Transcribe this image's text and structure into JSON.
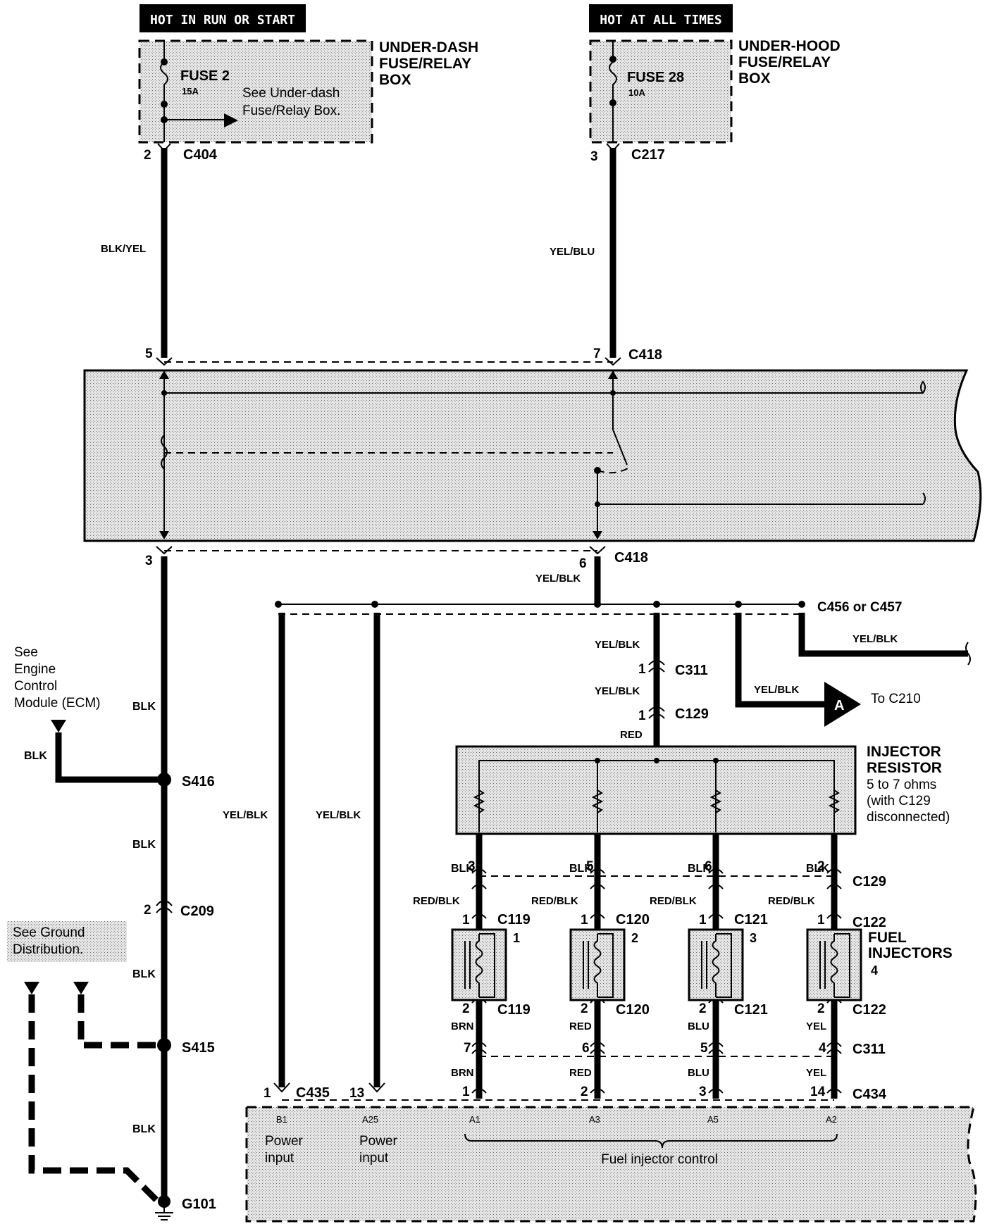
{
  "power": {
    "hot_run_start": "HOT IN RUN OR START",
    "hot_all_times": "HOT AT ALL TIMES",
    "underdash": {
      "l1": "UNDER-DASH",
      "l2": "FUSE/RELAY",
      "l3": "BOX",
      "fuse": "FUSE 2",
      "amps": "15A",
      "see1": "See Under-dash",
      "see2": "Fuse/Relay Box."
    },
    "underhood": {
      "l1": "UNDER-HOOD",
      "l2": "FUSE/RELAY",
      "l3": "BOX",
      "fuse": "FUSE 28",
      "amps": "10A"
    }
  },
  "connectors": {
    "c404": "C404",
    "c404_pin": "2",
    "c217": "C217",
    "c217_pin": "3",
    "c418_top": "C418",
    "c418_pin5": "5",
    "c418_pin7": "7",
    "c418_bottom": "C418",
    "c418_pin3": "3",
    "c418_pin6": "6",
    "c456": "C456 or C457",
    "c311_top": "C311",
    "c311_top_pin": "1",
    "c129_top": "C129",
    "c129_top_pin": "1",
    "c129_bottom": "C129",
    "c129_pins": [
      "3",
      "5",
      "6",
      "2"
    ],
    "c209": "C209",
    "c209_pin": "2",
    "c435": "C435",
    "c435_pin": "1",
    "c435_pin2": "13",
    "c434": "C434",
    "c434_pins": [
      "1",
      "2",
      "3",
      "14"
    ],
    "c311_bottom": "C311",
    "c311_pins": [
      "7",
      "6",
      "5",
      "4"
    ],
    "s416": "S416",
    "s415": "S415",
    "g101": "G101",
    "to_c210": "To C210",
    "marker_a": "A"
  },
  "wires": {
    "blk_yel": "BLK/YEL",
    "yel_blu": "YEL/BLU",
    "yel_blk": "YEL/BLK",
    "blk": "BLK",
    "red": "RED",
    "red_blk": "RED/BLK",
    "colors_lower": [
      "BRN",
      "RED",
      "BLU",
      "YEL"
    ]
  },
  "ecm_ref": {
    "l1": "See",
    "l2": "Engine",
    "l3": "Control",
    "l4": "Module (ECM)"
  },
  "ground_ref": {
    "l1": "See Ground",
    "l2": "Distribution."
  },
  "resistor": {
    "l1": "INJECTOR",
    "l2": "RESISTOR",
    "l3": "5 to 7 ohms",
    "l4": "(with C129",
    "l5": "disconnected)"
  },
  "injectors": {
    "title1": "FUEL",
    "title2": "INJECTORS",
    "items": [
      {
        "num": "1",
        "conn": "C119"
      },
      {
        "num": "2",
        "conn": "C120"
      },
      {
        "num": "3",
        "conn": "C121"
      },
      {
        "num": "4",
        "conn": "C122"
      }
    ]
  },
  "ecm": {
    "pins": [
      "B1",
      "A25",
      "A1",
      "A3",
      "A5",
      "A2"
    ],
    "power1": "Power",
    "input1": "input",
    "power2": "Power",
    "input2": "input",
    "control": "Fuel injector control"
  }
}
